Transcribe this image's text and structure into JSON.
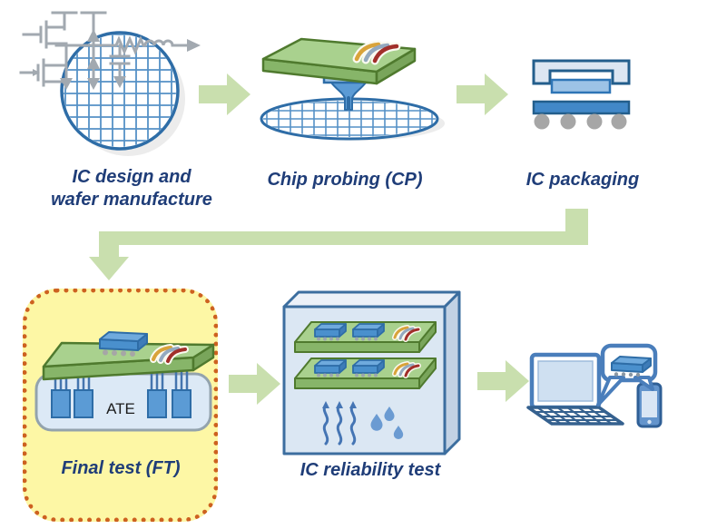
{
  "colors": {
    "background": "#ffffff",
    "flow_arrow_green": "#c9dfae",
    "label_navy": "#1f3d78",
    "highlight_fill_yellow": "#fdf7a5",
    "highlight_border_orange": "#cd6120",
    "board_green": "#a9d18e",
    "chip_blue": "#5b9bd5",
    "outline_blue": "#2e6da7",
    "wafer_grid_blue": "#5591c6",
    "schematic_gray": "#a2a9b0"
  },
  "diagram": {
    "stages": [
      {
        "id": "design",
        "label_lines": [
          "IC design and",
          "wafer manufacture"
        ],
        "icon": "wafer-schematic-icon"
      },
      {
        "id": "probing",
        "label_lines": [
          "Chip probing (CP)"
        ],
        "icon": "probe-card-wafer-icon"
      },
      {
        "id": "packaging",
        "label_lines": [
          "IC packaging"
        ],
        "icon": "packaged-chip-icon"
      },
      {
        "id": "final_test",
        "label_lines": [
          "Final test (FT)"
        ],
        "machine_label": "ATE",
        "highlighted": true,
        "icon": "ate-tester-icon"
      },
      {
        "id": "reliability",
        "label_lines": [
          "IC reliability test"
        ],
        "icon": "reliability-chamber-icon"
      },
      {
        "id": "deployment",
        "label_lines": [],
        "icon": "laptop-phone-chip-icon"
      }
    ],
    "connectors": [
      {
        "from": "design",
        "to": "probing",
        "type": "arrow-right"
      },
      {
        "from": "probing",
        "to": "packaging",
        "type": "arrow-right"
      },
      {
        "from": "packaging",
        "to": "final_test",
        "type": "elbow-arrow-down"
      },
      {
        "from": "final_test",
        "to": "reliability",
        "type": "arrow-right"
      },
      {
        "from": "reliability",
        "to": "deployment",
        "type": "arrow-right"
      }
    ]
  }
}
